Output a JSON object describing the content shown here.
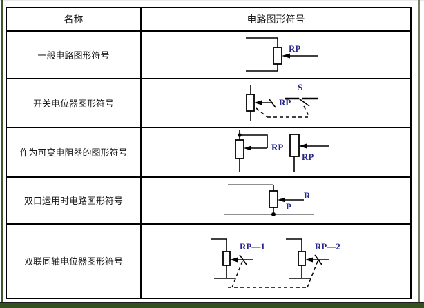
{
  "table": {
    "header": {
      "name_col": "名称",
      "symbol_col": "电路图形符号"
    },
    "rows": [
      {
        "label": "一般电路图形符号"
      },
      {
        "label": "开关电位器图形符号"
      },
      {
        "label": "作为可变电阻器的图形符号"
      },
      {
        "label": "双口运用时电路图形符号"
      },
      {
        "label": "双联同轴电位器图形符号"
      }
    ]
  },
  "symbols": {
    "row1": {
      "rp": "RP"
    },
    "row2": {
      "rp": "RP",
      "s": "S"
    },
    "row3": {
      "rp_left": "RP",
      "rp_right": "RP"
    },
    "row4": {
      "r": "R",
      "p": "P"
    },
    "row5": {
      "rp1": "RP—1",
      "rp2": "RP—2"
    }
  },
  "colors": {
    "label_navy": "#26268b",
    "line_black": "#000000",
    "line_gray": "#7f7f7f",
    "frame_green": "#3c5a2c",
    "frame_green_bottom": "#33511f"
  }
}
